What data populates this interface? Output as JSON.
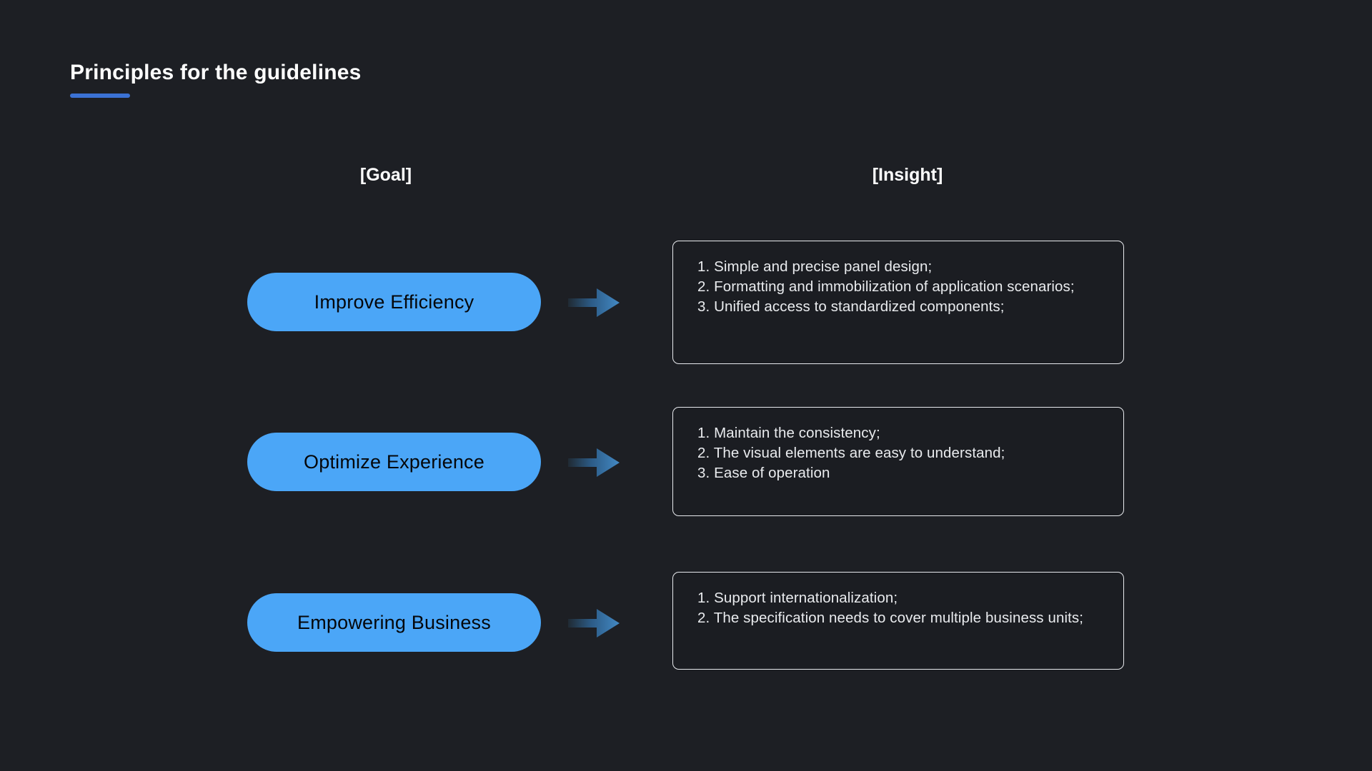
{
  "page": {
    "title": "Principles for the guidelines",
    "background_color": "#1d1f24",
    "accent_color": "#3b72d4",
    "pill_color": "#4ba6f7",
    "border_color": "#e8eaee"
  },
  "columns": {
    "goal_header": "[Goal]",
    "insight_header": "[Insight]"
  },
  "rows": [
    {
      "goal": "Improve Efficiency",
      "arrow": "arrow-right-icon",
      "insights": [
        "1. Simple and precise panel design;",
        "2. Formatting and immobilization of application scenarios;",
        "3. Unified access to standardized components;"
      ]
    },
    {
      "goal": "Optimize Experience",
      "arrow": "arrow-right-icon",
      "insights": [
        "1. Maintain the consistency;",
        "2. The visual elements are easy to understand;",
        "3. Ease of operation"
      ]
    },
    {
      "goal": "Empowering Business",
      "arrow": "arrow-right-icon",
      "insights": [
        "1. Support internationalization;",
        "2. The specification needs to cover multiple business units;"
      ]
    }
  ]
}
